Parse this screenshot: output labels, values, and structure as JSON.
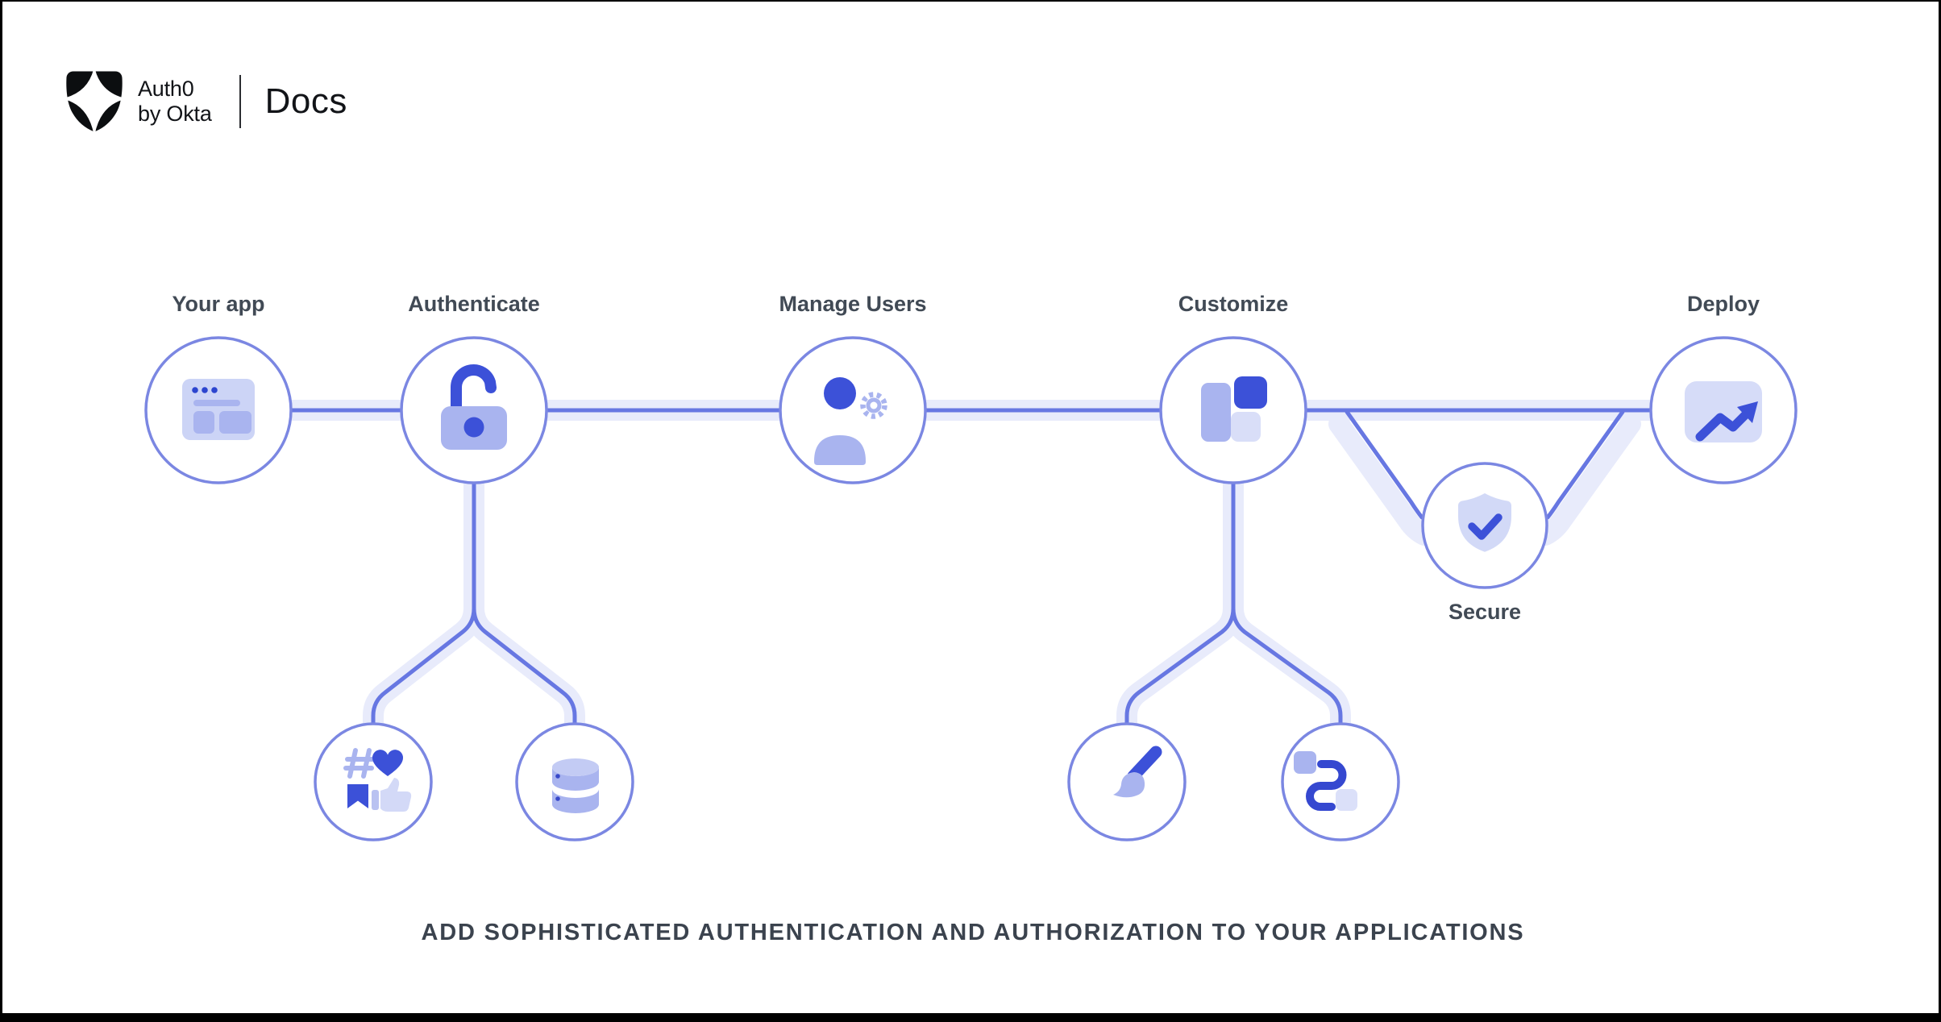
{
  "header": {
    "brand_line1": "Auth0",
    "brand_line2": "by Okta",
    "product": "Docs"
  },
  "diagram": {
    "steps": [
      {
        "label": "Your app",
        "icon": "browser-window-icon"
      },
      {
        "label": "Authenticate",
        "icon": "unlock-padlock-icon"
      },
      {
        "label": "Manage Users",
        "icon": "user-gear-icon"
      },
      {
        "label": "Customize",
        "icon": "layout-blocks-icon"
      },
      {
        "label": "Deploy",
        "icon": "trend-up-icon"
      }
    ],
    "branch_nodes": [
      {
        "label": "Secure",
        "icon": "shield-check-icon"
      },
      {
        "icon": "social-engagement-icon"
      },
      {
        "icon": "database-icon"
      },
      {
        "icon": "paintbrush-icon"
      },
      {
        "icon": "flow-connector-icon"
      }
    ],
    "colors": {
      "accent_blue": "#3c51d8",
      "periwinkle": "#a9b4ef",
      "pale_periwinkle": "#d6dcf8",
      "circle_stroke": "#7b87e2",
      "connector_line": "#6777e2",
      "connector_band": "#e8ebfb",
      "label_text": "#414a55"
    }
  },
  "caption": "ADD SOPHISTICATED AUTHENTICATION AND AUTHORIZATION TO YOUR APPLICATIONS"
}
